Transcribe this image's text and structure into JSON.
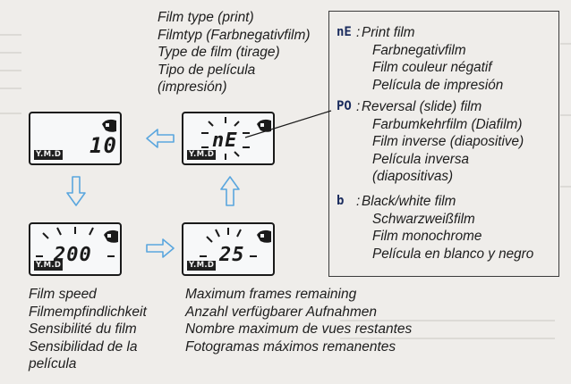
{
  "film_type": {
    "lines": [
      "Film type (print)",
      "Filmtyp (Farbnegativfilm)",
      "Type de film (tirage)",
      "Tipo de película",
      "(impresión)"
    ]
  },
  "legend": {
    "entries": [
      {
        "code": "nE",
        "lines": [
          "Print film",
          "Farbnegativfilm",
          "Film couleur négatif",
          "Película de impresión"
        ]
      },
      {
        "code": "PO",
        "lines": [
          "Reversal (slide) film",
          "Farbumkehrfilm (Diafilm)",
          "Film inverse (diapositive)",
          "Película inversa",
          "(diapositivas)"
        ]
      },
      {
        "code": "b",
        "lines": [
          "Black/white film",
          "Schwarzweißfilm",
          "Film monochrome",
          "Película en blanco y negro"
        ]
      }
    ]
  },
  "displays": {
    "top_left": {
      "value": "10",
      "tag": "Y.M.D"
    },
    "top_right": {
      "value": "nE",
      "tag": "Y.M.D"
    },
    "bottom_left": {
      "value": "200",
      "tag": "Y.M.D"
    },
    "bottom_right": {
      "value": "25",
      "tag": "Y.M.D"
    }
  },
  "film_speed": {
    "lines": [
      "Film speed",
      "Filmempfindlichkeit",
      "Sensibilité du film",
      "Sensibilidad de la",
      "película"
    ]
  },
  "max_frames": {
    "lines": [
      "Maximum frames remaining",
      "Anzahl verfügbarer Aufnahmen",
      "Nombre maximum de vues restantes",
      "Fotogramas máximos remanentes"
    ]
  },
  "icons": [
    "film-cartridge-icon",
    "arrow-left-icon",
    "arrow-down-icon",
    "arrow-right-icon",
    "arrow-up-icon"
  ],
  "colors": {
    "arrow_outline": "#5aa6de",
    "lcd_background": "#f7f8f9",
    "code_color": "#1b2c5e"
  }
}
